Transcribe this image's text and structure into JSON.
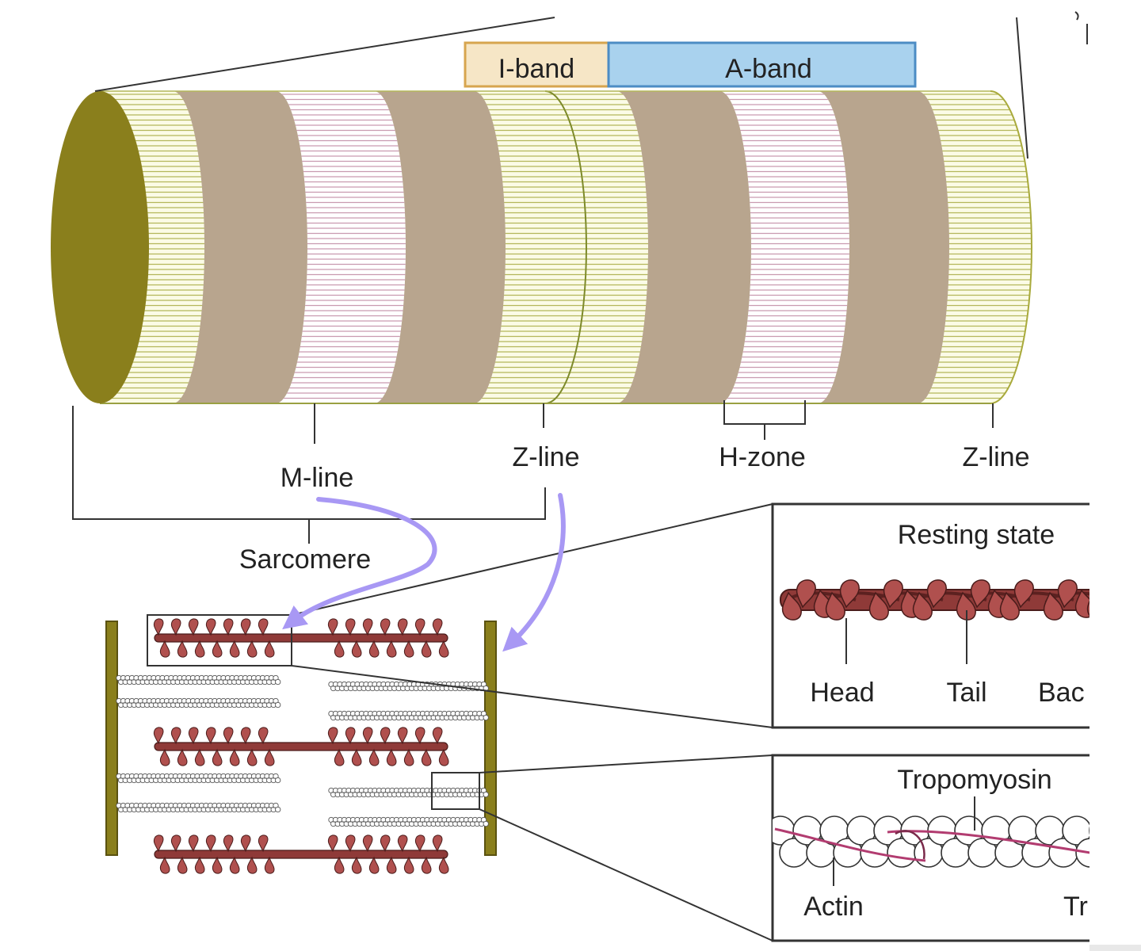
{
  "labels": {
    "i_band": "I-band",
    "a_band": "A-band",
    "m_line": "M-line",
    "z_line_left": "Z-line",
    "h_zone": "H-zone",
    "z_line_right": "Z-line",
    "sarcomere": "Sarcomere",
    "resting_state": "Resting state",
    "head": "Head",
    "tail": "Tail",
    "backbone": "Bac",
    "tropomyosin": "Tropomyosin",
    "actin": "Actin",
    "troponin": "Tr"
  },
  "colors": {
    "fiber_end": "#8a7f1c",
    "i_band_fill": "#fbfbe6",
    "i_band_line": "#b4b75a",
    "a_band_fill": "#b8a58e",
    "h_zone_fill": "#ffffff",
    "h_zone_line": "#c99ab0",
    "i_band_box": "#f6e6c6",
    "a_band_box": "#a9d2ee",
    "myosin": "#8f3a38",
    "myosin_head": "#b0504e",
    "annotation_arrow": "#a898f4",
    "tropomyosin": "#b23c70"
  }
}
